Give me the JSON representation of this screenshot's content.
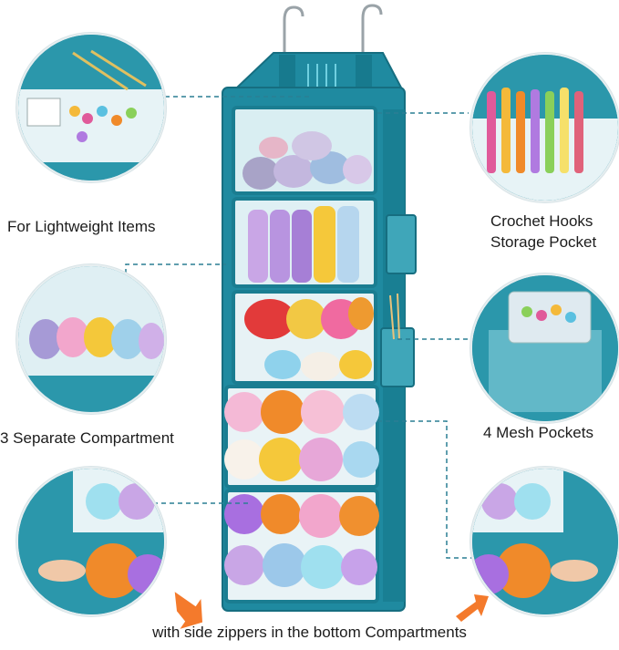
{
  "callouts": {
    "lightweight": "For Lightweight Items",
    "crochet_line1": "Crochet Hooks",
    "crochet_line2": "Storage Pocket",
    "compartment": "3 Separate Compartment",
    "mesh": "4 Mesh Pockets"
  },
  "caption": "with side zippers in the bottom Compartments",
  "colors": {
    "organizer_teal": "#1f8aa0",
    "dashed_line": "#2a7f94",
    "arrow_orange": "#f47a2c"
  },
  "icons": {
    "hook": "hanger-hook-icon",
    "arrow": "pointer-arrow-icon"
  }
}
